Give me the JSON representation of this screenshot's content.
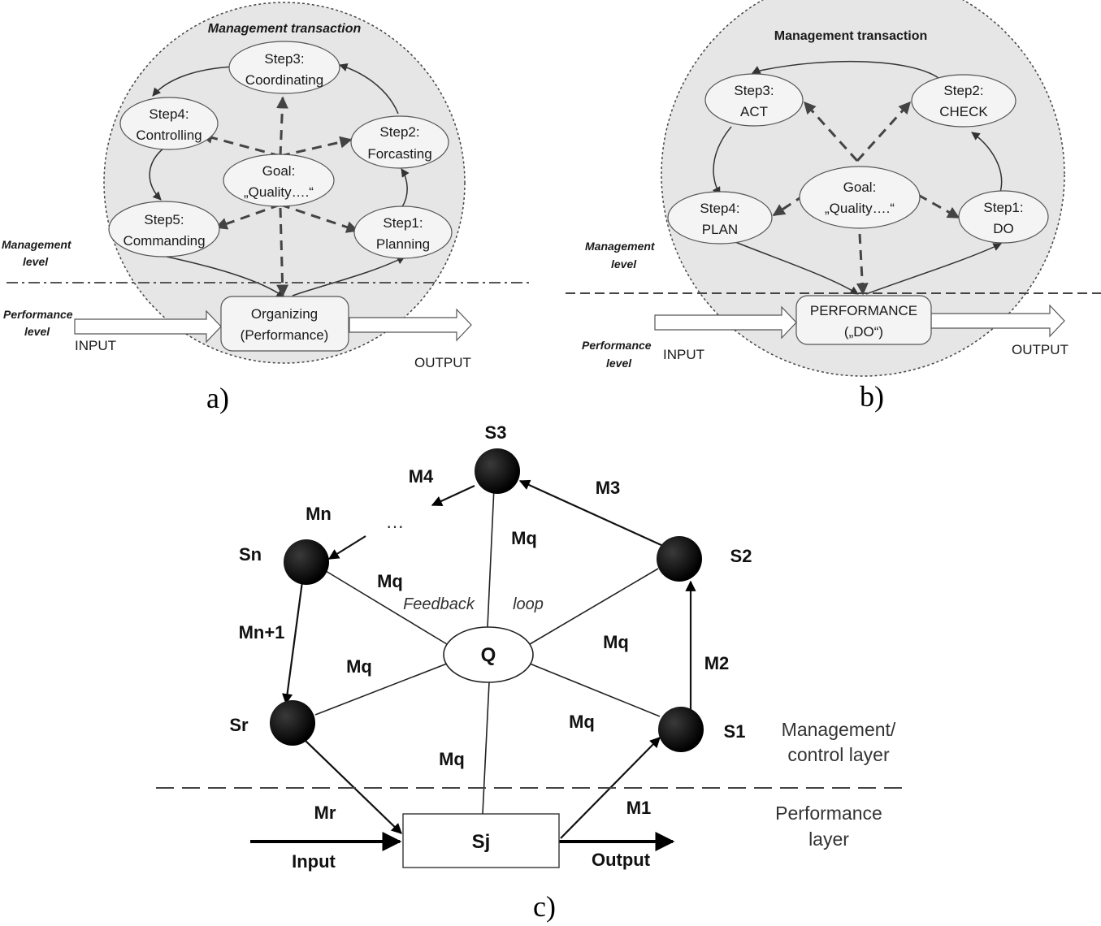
{
  "panel_a": {
    "title": "Management transaction",
    "step3": [
      "Step3:",
      "Coordinating"
    ],
    "step4": [
      "Step4:",
      "Controlling"
    ],
    "step2": [
      "Step2:",
      "Forcasting"
    ],
    "goal": [
      "Goal:",
      "„Quality….“"
    ],
    "step5": [
      "Step5:",
      "Commanding"
    ],
    "step1": [
      "Step1:",
      "Planning"
    ],
    "management_level": [
      "Management",
      "level"
    ],
    "performance_level": [
      "Performance",
      "level"
    ],
    "organizing": [
      "Organizing",
      "(Performance)"
    ],
    "input": "INPUT",
    "output": "OUTPUT",
    "label": "a)"
  },
  "panel_b": {
    "title": "Management transaction",
    "step3": [
      "Step3:",
      "ACT"
    ],
    "step2": [
      "Step2:",
      "CHECK"
    ],
    "goal": [
      "Goal:",
      "„Quality….“"
    ],
    "step4": [
      "Step4:",
      "PLAN"
    ],
    "step1": [
      "Step1:",
      "DO"
    ],
    "management_level": [
      "Management",
      "level"
    ],
    "performance_level": [
      "Performance",
      "level"
    ],
    "performance": [
      "PERFORMANCE",
      "(„DO“)"
    ],
    "input": "INPUT",
    "output": "OUTPUT",
    "label": "b)"
  },
  "panel_c": {
    "nodes": {
      "s3": "S3",
      "s2": "S2",
      "s1": "S1",
      "sn": "Sn",
      "sr": "Sr",
      "q": "Q",
      "sj": "Sj"
    },
    "edge_labels": {
      "m4": "M4",
      "mn": "Mn",
      "dots": "…",
      "m3": "M3",
      "mq_top": "Mq",
      "mq_upper_left": "Mq",
      "mn1": "Mn+1",
      "mq_left": "Mq",
      "mq_right": "Mq",
      "m2": "M2",
      "mq_lower_right": "Mq",
      "mq_bottom": "Mq",
      "mr": "Mr",
      "m1": "M1"
    },
    "feedback": "Feedback",
    "loop": "loop",
    "management_layer": [
      "Management/",
      "control layer"
    ],
    "performance_layer": [
      "Performance",
      "layer"
    ],
    "input": "Input",
    "output": "Output",
    "label": "c)"
  }
}
